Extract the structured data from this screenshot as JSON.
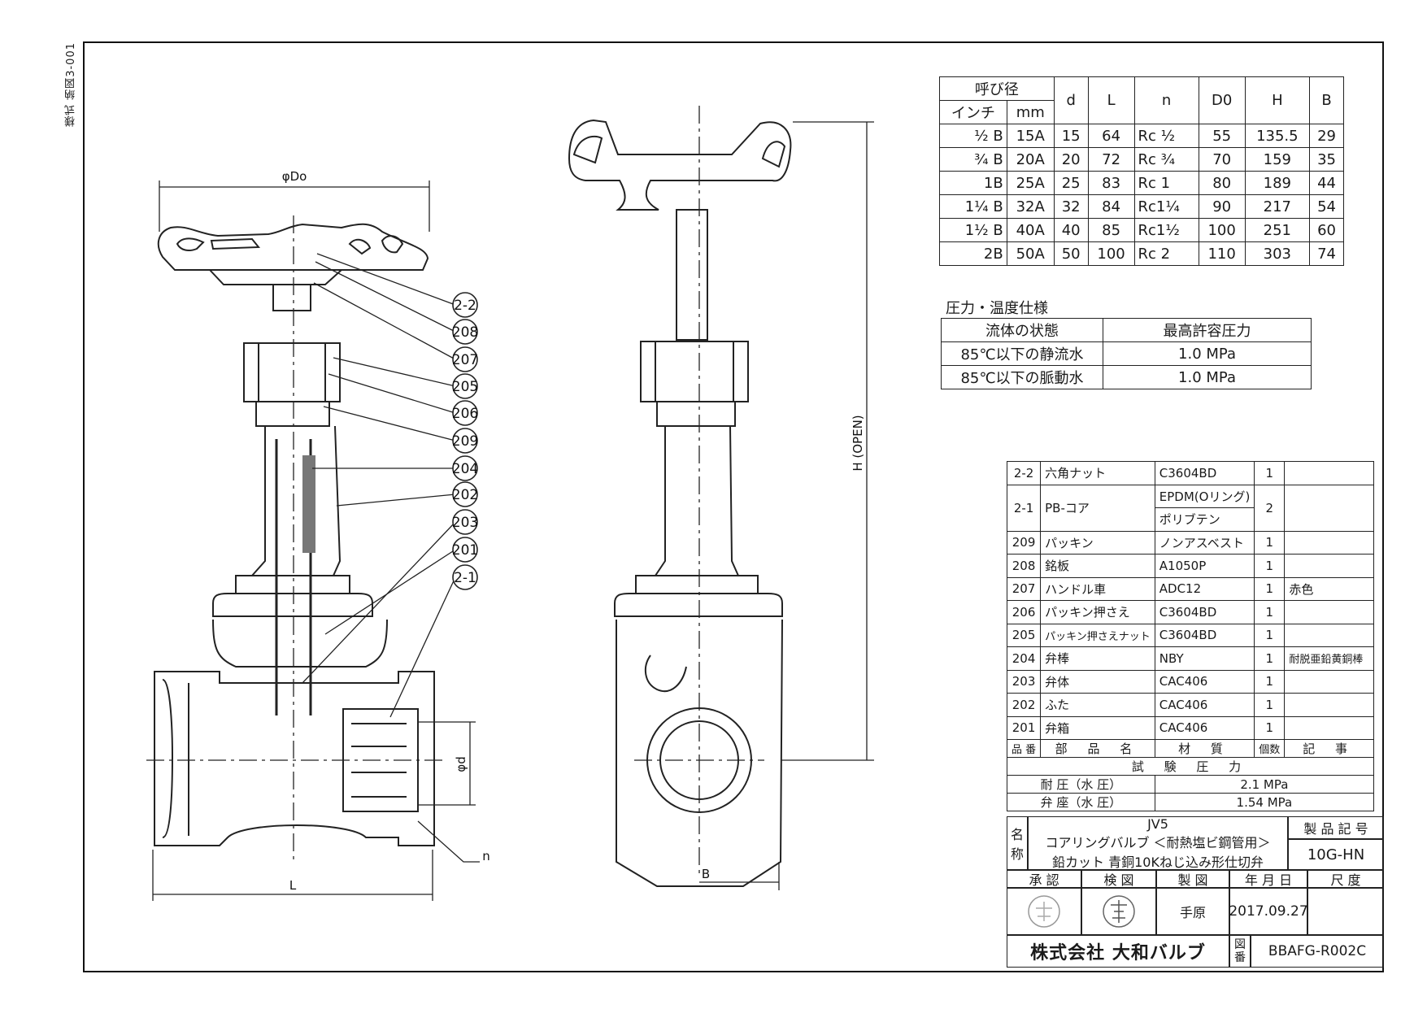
{
  "side_label": "様式 納図3-001",
  "dim_table": {
    "header_group": "呼び径",
    "headers": [
      "インチ",
      "mm",
      "d",
      "L",
      "n",
      "D0",
      "H",
      "B"
    ],
    "rows": [
      [
        "½ B",
        "15A",
        "15",
        "64",
        "Rc ½",
        "55",
        "135.5",
        "29"
      ],
      [
        "¾ B",
        "20A",
        "20",
        "72",
        "Rc ¾",
        "70",
        "159",
        "35"
      ],
      [
        "1B",
        "25A",
        "25",
        "83",
        "Rc 1",
        "80",
        "189",
        "44"
      ],
      [
        "1¼ B",
        "32A",
        "32",
        "84",
        "Rc1¼",
        "90",
        "217",
        "54"
      ],
      [
        "1½ B",
        "40A",
        "40",
        "85",
        "Rc1½",
        "100",
        "251",
        "60"
      ],
      [
        "2B",
        "50A",
        "50",
        "100",
        "Rc 2",
        "110",
        "303",
        "74"
      ]
    ]
  },
  "pressure": {
    "heading": "圧力・温度仕様",
    "headers": [
      "流体の状態",
      "最高許容圧力"
    ],
    "rows": [
      [
        "85℃以下の静流水",
        "1.0 MPa"
      ],
      [
        "85℃以下の脈動水",
        "1.0 MPa"
      ]
    ]
  },
  "parts": {
    "rows": [
      {
        "no": "2-2",
        "name": "六角ナット",
        "material": "C3604BD",
        "qty": "1",
        "note": ""
      },
      {
        "no": "2-1",
        "name": "PB-コア",
        "material": "EPDM(Oリング)",
        "material2": "ポリブテン",
        "qty": "2",
        "note": ""
      },
      {
        "no": "209",
        "name": "パッキン",
        "material": "ノンアスベスト",
        "qty": "1",
        "note": ""
      },
      {
        "no": "208",
        "name": "銘板",
        "material": "A1050P",
        "qty": "1",
        "note": ""
      },
      {
        "no": "207",
        "name": "ハンドル車",
        "material": "ADC12",
        "qty": "1",
        "note": "赤色"
      },
      {
        "no": "206",
        "name": "パッキン押さえ",
        "material": "C3604BD",
        "qty": "1",
        "note": ""
      },
      {
        "no": "205",
        "name": "パッキン押さえナット",
        "material": "C3604BD",
        "qty": "1",
        "note": ""
      },
      {
        "no": "204",
        "name": "弁棒",
        "material": "NBY",
        "qty": "1",
        "note": "耐脱亜鉛黄銅棒"
      },
      {
        "no": "203",
        "name": "弁体",
        "material": "CAC406",
        "qty": "1",
        "note": ""
      },
      {
        "no": "202",
        "name": "ふた",
        "material": "CAC406",
        "qty": "1",
        "note": ""
      },
      {
        "no": "201",
        "name": "弁箱",
        "material": "CAC406",
        "qty": "1",
        "note": ""
      }
    ],
    "headers": [
      "品 番",
      "部 品 名",
      "材 質",
      "個数",
      "記 事"
    ],
    "test_heading": "試 験 圧 力",
    "test_rows": [
      [
        "耐 圧（水 圧）",
        "2.1 MPa"
      ],
      [
        "弁 座（水 圧）",
        "1.54 MPa"
      ]
    ]
  },
  "title_block": {
    "name_label_1": "名",
    "name_label_2": "称",
    "product_line1": "JV5",
    "product_line2": "コアリングバルブ ＜耐熱塩ビ鋼管用＞",
    "product_line3": "鉛カット 青銅10Kねじ込み形仕切弁",
    "code_label": "製 品 記 号",
    "code": "10G-HN",
    "approve": "承 認",
    "check": "検 図",
    "draw": "製 図",
    "date_label": "年 月 日",
    "scale_label": "尺 度",
    "drafter": "手原",
    "date": "2017.09.27",
    "company": "株式会社 大和バルブ",
    "dwg_label_1": "図",
    "dwg_label_2": "番",
    "dwg_no": "BBAFG-R002C"
  },
  "drawing": {
    "callouts": [
      "2-2",
      "208",
      "207",
      "205",
      "206",
      "209",
      "204",
      "202",
      "203",
      "201",
      "2-1"
    ],
    "dim_Do": "φDo",
    "dim_d": "φd",
    "dim_L": "L",
    "dim_n": "n",
    "dim_H": "H (OPEN)",
    "dim_B": "B"
  }
}
